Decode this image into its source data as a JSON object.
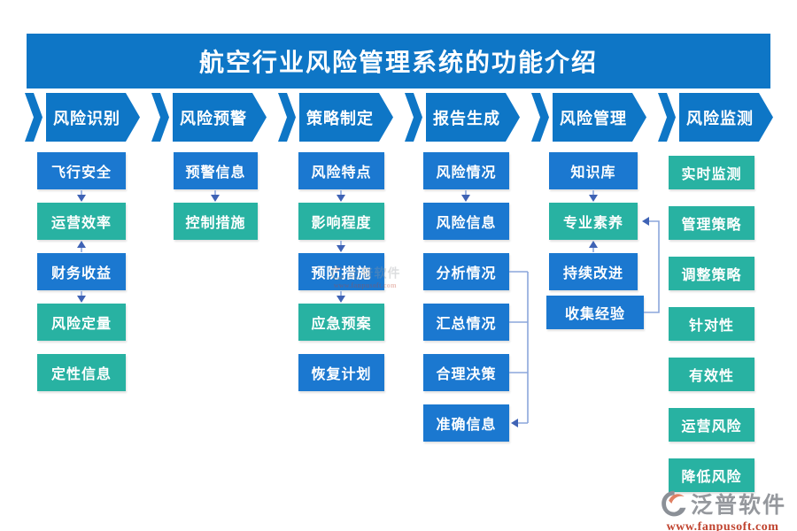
{
  "title": "航空行业风险管理系统的功能介绍",
  "steps": [
    {
      "label": "风险识别"
    },
    {
      "label": "风险预警"
    },
    {
      "label": "策略制定"
    },
    {
      "label": "报告生成"
    },
    {
      "label": "风险管理"
    },
    {
      "label": "风险监测"
    }
  ],
  "columns": [
    {
      "step": "风险识别",
      "boxes": [
        {
          "label": "飞行安全",
          "color": "blue"
        },
        {
          "label": "运营效率",
          "color": "teal"
        },
        {
          "label": "财务收益",
          "color": "blue"
        },
        {
          "label": "风险定量",
          "color": "teal"
        },
        {
          "label": "定性信息",
          "color": "teal"
        }
      ]
    },
    {
      "step": "风险预警",
      "boxes": [
        {
          "label": "预警信息",
          "color": "blue"
        },
        {
          "label": "控制措施",
          "color": "teal"
        }
      ]
    },
    {
      "step": "策略制定",
      "boxes": [
        {
          "label": "风险特点",
          "color": "blue"
        },
        {
          "label": "影响程度",
          "color": "teal"
        },
        {
          "label": "预防措施",
          "color": "blue"
        },
        {
          "label": "应急预案",
          "color": "teal"
        },
        {
          "label": "恢复计划",
          "color": "blue"
        }
      ]
    },
    {
      "step": "报告生成",
      "boxes": [
        {
          "label": "风险情况",
          "color": "blue"
        },
        {
          "label": "风险信息",
          "color": "blue"
        },
        {
          "label": "分析情况",
          "color": "blue"
        },
        {
          "label": "汇总情况",
          "color": "blue"
        },
        {
          "label": "合理决策",
          "color": "blue"
        },
        {
          "label": "准确信息",
          "color": "blue"
        }
      ]
    },
    {
      "step": "风险管理",
      "boxes": [
        {
          "label": "知识库",
          "color": "blue"
        },
        {
          "label": "专业素养",
          "color": "teal"
        },
        {
          "label": "持续改进",
          "color": "blue"
        },
        {
          "label": "收集经验",
          "color": "blue"
        }
      ]
    },
    {
      "step": "风险监测",
      "boxes": [
        {
          "label": "实时监测",
          "color": "teal"
        },
        {
          "label": "管理策略",
          "color": "teal"
        },
        {
          "label": "调整策略",
          "color": "teal"
        },
        {
          "label": "针对性",
          "color": "teal"
        },
        {
          "label": "有效性",
          "color": "teal"
        },
        {
          "label": "运营风险",
          "color": "teal"
        },
        {
          "label": "降低风险",
          "color": "teal"
        }
      ]
    }
  ],
  "watermark": {
    "brand": "泛普软件",
    "url": "www.fanpusoft.com",
    "logo_icon": "fanpu-logo"
  },
  "colors": {
    "banner": "#0e76c6",
    "blue": "#1b78d0",
    "teal": "#28b2a2",
    "line": "#8ba6db",
    "arrowhead": "#3f63b5",
    "brandgray": "#95989d",
    "urlred": "#c0432f"
  }
}
